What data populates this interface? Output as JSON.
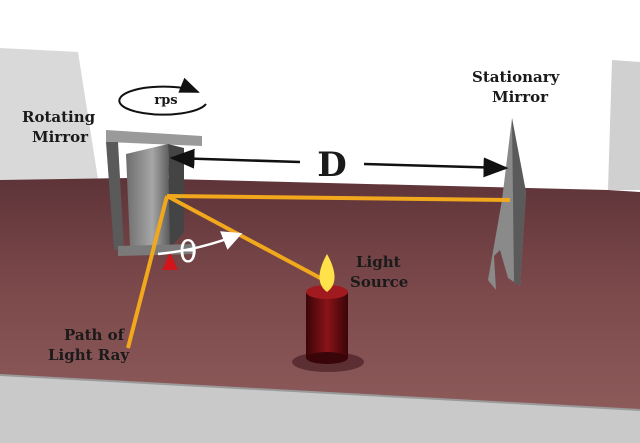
{
  "labels": {
    "rotation_speed": "rps",
    "rotating_mirror_line1": "Rotating",
    "rotating_mirror_line2": "Mirror",
    "stationary_mirror_line1": "Stationary",
    "stationary_mirror_line2": "Mirror",
    "distance": "D",
    "angle": "θ",
    "light_source_line1": "Light",
    "light_source_line2": "Source",
    "path_line1": "Path of",
    "path_line2": "Light Ray"
  },
  "colors": {
    "light_ray": "#f2a81d",
    "table_top": "#7d4a4c",
    "wall": "#ffffff",
    "mirror": "#8e8e8e",
    "candle": "#5a0a0e",
    "flame": "#ffe24a"
  }
}
